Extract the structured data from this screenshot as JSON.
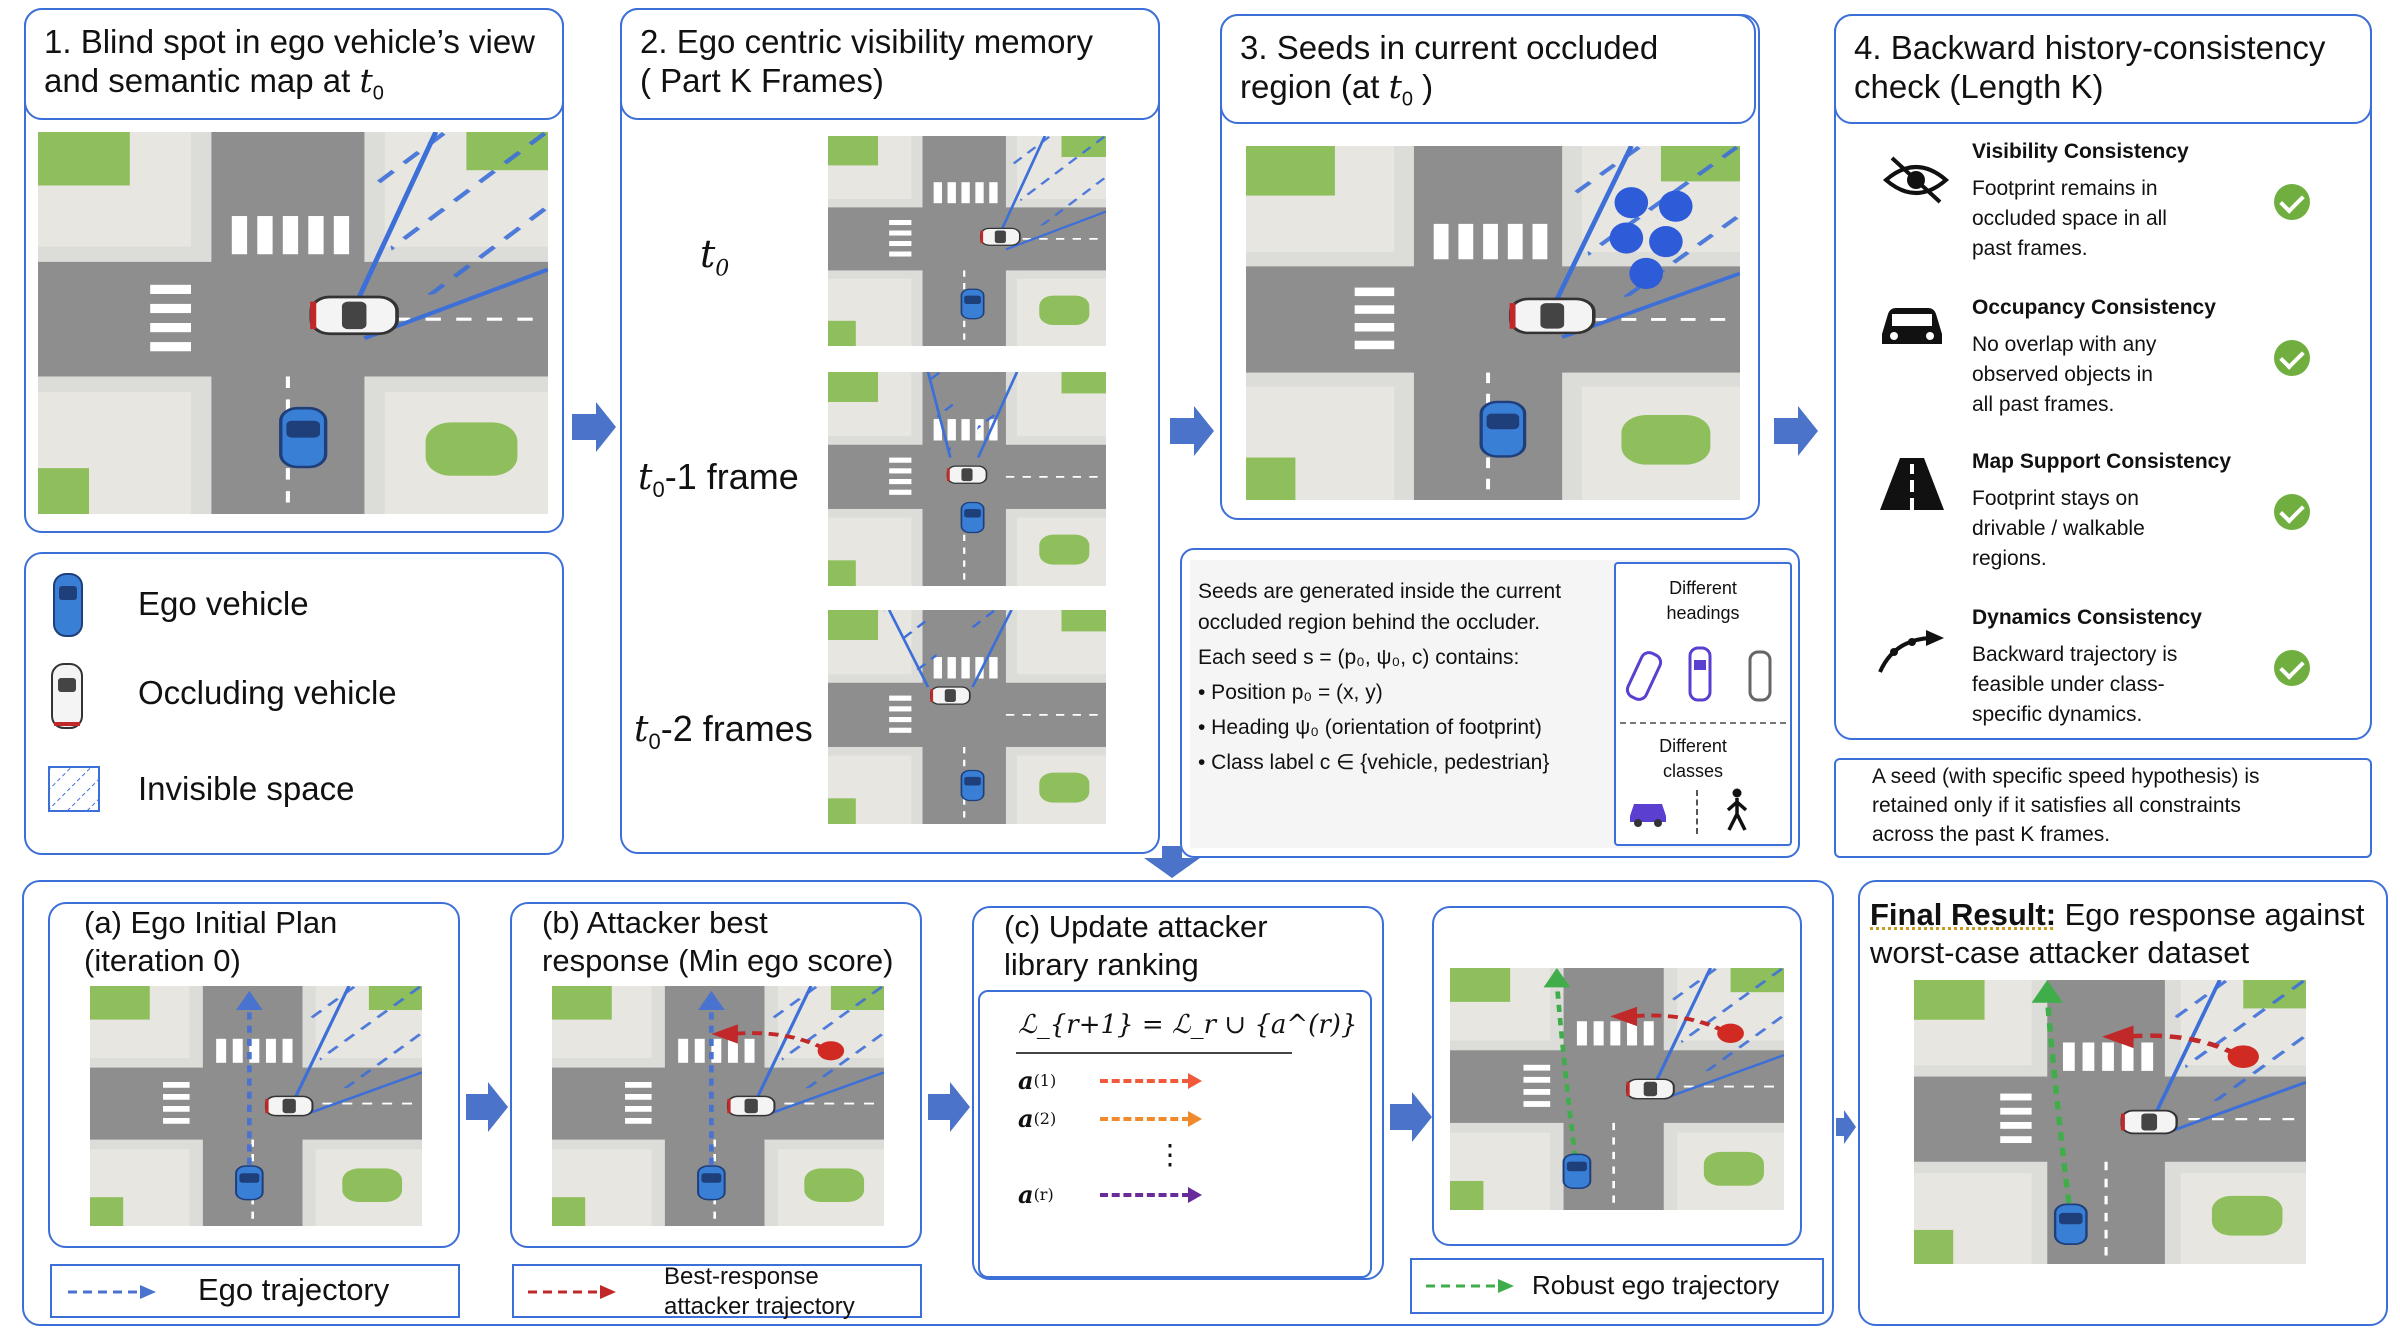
{
  "stage1": {
    "title_line1": "1. Blind spot in ego vehicle’s view",
    "title_line2": "and semantic map at ",
    "t0": "t",
    "t0_sub": "0"
  },
  "stage2": {
    "title_line1": "2. Ego centric visibility memory",
    "title_line2": "( Part K Frames)",
    "frame_labels": [
      {
        "main": "t",
        "sub": "0",
        "rest": ""
      },
      {
        "main": "t",
        "sub": "0",
        "rest": "-1 frame"
      },
      {
        "main": "t",
        "sub": "0",
        "rest": "-2 frames"
      }
    ]
  },
  "stage3": {
    "title_line1": "3. Seeds in current occluded",
    "title_line2": "region (at ",
    "t0": "t",
    "t0_sub": "0",
    "title_end": " )",
    "desc": [
      "Seeds are generated inside the current",
      "occluded region behind the occluder.",
      "Each seed s = (p₀, ψ₀, c) contains:",
      "• Position p₀ = (x, y)",
      "• Heading ψ₀  (orientation of footprint)",
      "• Class label c ∈ {vehicle, pedestrian}"
    ],
    "side_headings": "Different headings",
    "side_headings_l1": "Different",
    "side_headings_l2": "headings",
    "side_classes_l1": "Different",
    "side_classes_l2": "classes"
  },
  "stage4": {
    "title_line1": "4. Backward history-consistency",
    "title_line2": "check (Length K)",
    "checks": [
      {
        "icon": "eye-slash-icon",
        "title": "Visibility Consistency",
        "lines": [
          "Footprint remains in",
          "occluded space in all",
          "past frames."
        ]
      },
      {
        "icon": "car-icon",
        "title": "Occupancy Consistency",
        "lines": [
          "No overlap with any",
          "observed objects in",
          "all past frames."
        ]
      },
      {
        "icon": "road-icon",
        "title": "Map Support Consistency",
        "lines": [
          "Footprint stays on",
          "drivable / walkable",
          "regions."
        ]
      },
      {
        "icon": "curve-arrow-icon",
        "title": "Dynamics Consistency",
        "lines": [
          "Backward trajectory is",
          "feasible under class-",
          "specific dynamics."
        ]
      }
    ],
    "note": [
      "A seed (with specific speed hypothesis) is",
      "retained only if it satisfies all constraints",
      "across the past K frames."
    ]
  },
  "legend": {
    "items": [
      {
        "icon": "ego-vehicle-icon",
        "label": "Ego vehicle"
      },
      {
        "icon": "occluding-vehicle-icon",
        "label": "Occluding vehicle"
      },
      {
        "icon": "invisible-space-icon",
        "label": "Invisible space"
      }
    ]
  },
  "bottom": {
    "a_title": [
      "(a) Ego Initial Plan",
      "(iteration 0)"
    ],
    "b_title": [
      "(b) Attacker best",
      "response (Min ego score)"
    ],
    "c_title": [
      "(c) Update attacker",
      "library ranking"
    ],
    "c_formula": "ℒ_{r+1} = ℒ_r ∪ {a^(r)}",
    "c_rows": [
      {
        "label": "a",
        "sup": "(1)",
        "color": "#f05a3a"
      },
      {
        "label": "a",
        "sup": "(2)",
        "color": "#f08a2a"
      },
      {
        "label": "a",
        "sup": "(r)",
        "color": "#6a2a9a"
      }
    ],
    "c_dots": "⋮",
    "legend_ego": "Ego trajectory",
    "legend_attacker_l1": "Best-response",
    "legend_attacker_l2": "attacker trajectory",
    "legend_robust": "Robust ego trajectory",
    "final_bold": "Final Result:",
    "final_rest": " Ego response against",
    "final_line2": "worst-case attacker dataset"
  },
  "colors": {
    "border": "#3d6fd8",
    "arrow": "#4a73c9",
    "ego_traj": "#4a73d0",
    "attacker": "#c0282a",
    "robust": "#3fae4a",
    "seed": "#2e5bd8",
    "check": "#6fae3f"
  }
}
